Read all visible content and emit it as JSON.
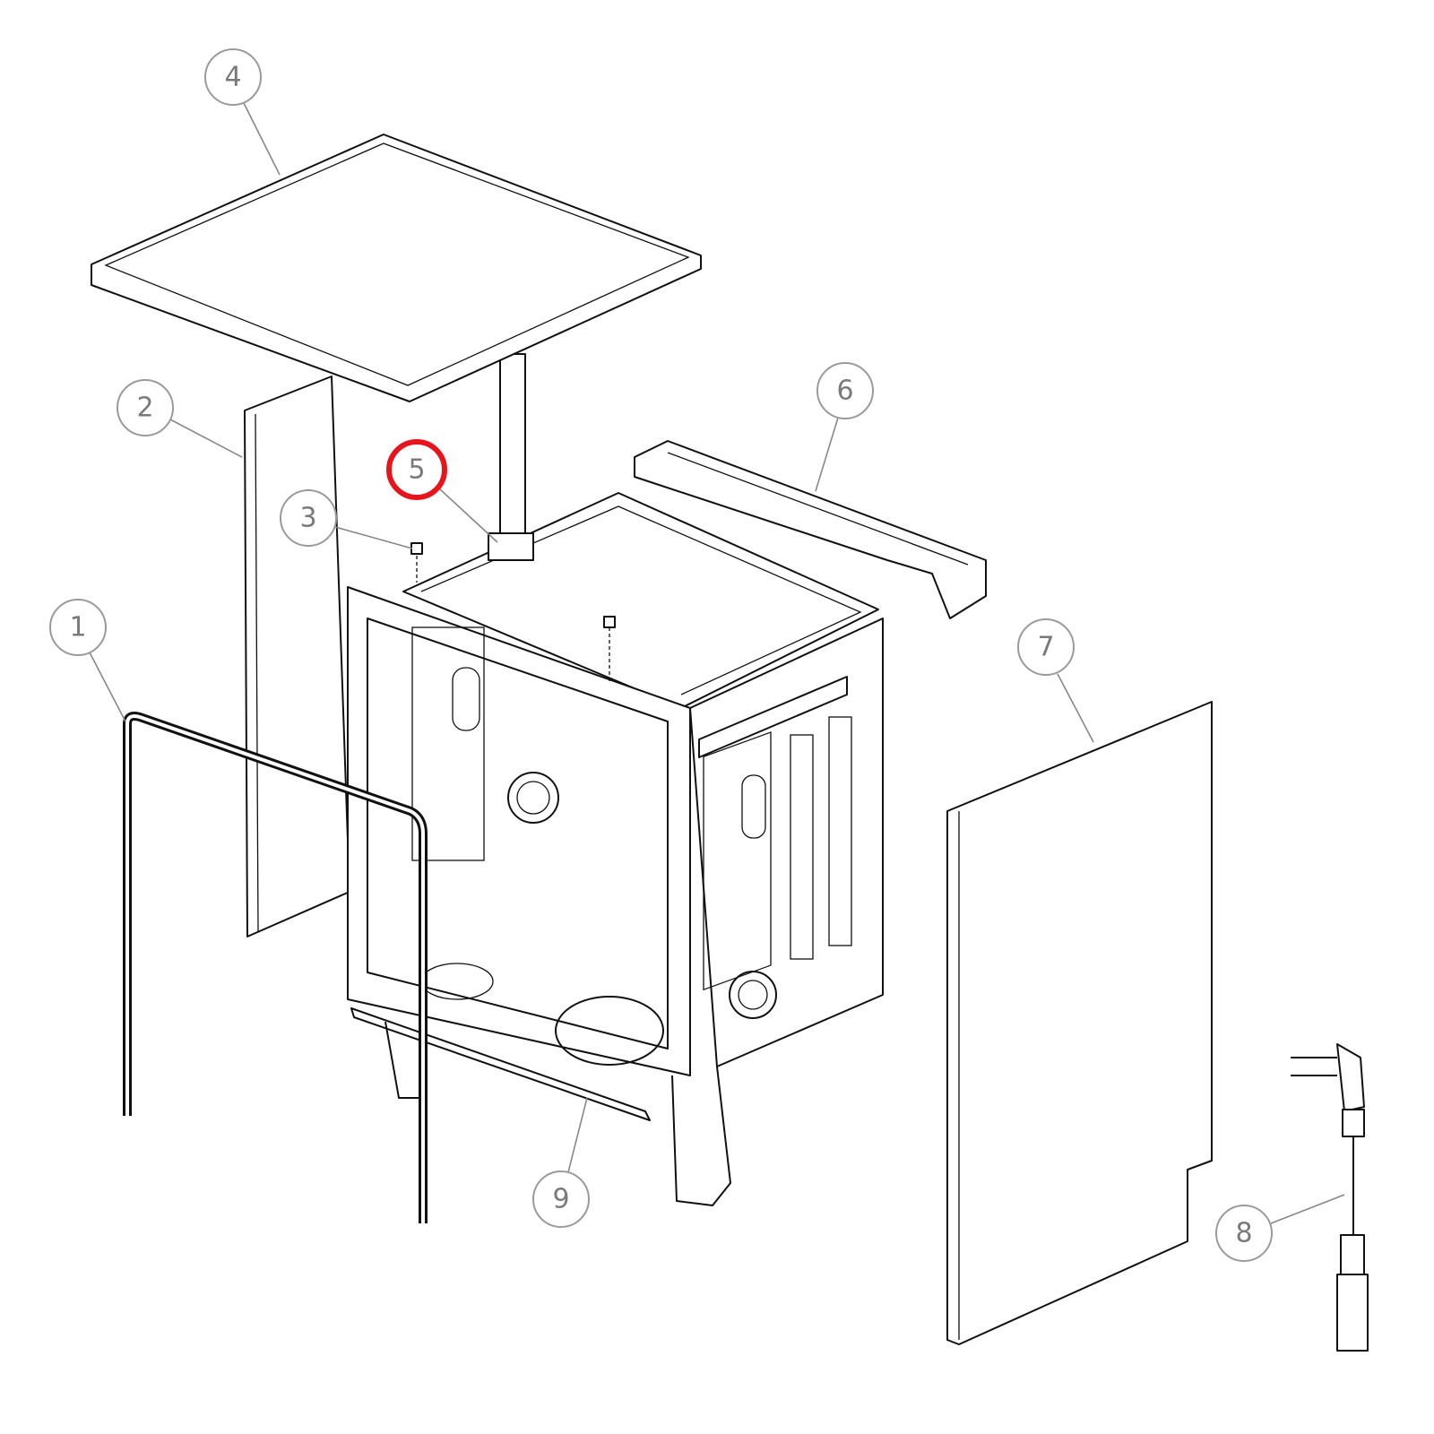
{
  "diagram": {
    "type": "exploded-parts-diagram",
    "highlight_color": "#e8141b",
    "highlighted_callout": "5",
    "callouts": [
      {
        "label": "1",
        "part": "door-seal"
      },
      {
        "label": "2",
        "part": "left-side-panel"
      },
      {
        "label": "3",
        "part": "nut"
      },
      {
        "label": "4",
        "part": "top-cover"
      },
      {
        "label": "5",
        "part": "bracket"
      },
      {
        "label": "6",
        "part": "rear-top-rail"
      },
      {
        "label": "7",
        "part": "right-side-panel"
      },
      {
        "label": "8",
        "part": "power-cord"
      },
      {
        "label": "9",
        "part": "bottom-seal"
      }
    ]
  }
}
